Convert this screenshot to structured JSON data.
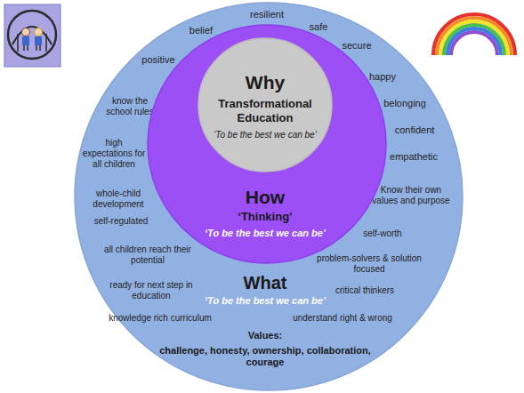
{
  "diagram": {
    "nodes": [
      {
        "text": [
          "What",
          "‘To be the best we can be’",
          "belief",
          "resilient",
          "safe",
          "secure",
          "positive",
          "happy",
          "belonging",
          "know the school rules",
          "confident",
          "high expectations for all children",
          "empathetic",
          "Know their own values and purpose",
          "whole-child development",
          "self-regulated",
          "self-worth",
          "all children reach their potential",
          "problem-solvers & solution focused",
          "ready for next step in education",
          "critical thinkers",
          "knowledge rich curriculum",
          "understand right & wrong",
          "Values:",
          "challenge, honesty, ownership, collaboration, courage"
        ]
      },
      {
        "text": [
          "How",
          "‘Thinking’",
          "‘To be the best we can be’"
        ],
        "in": 0
      },
      {
        "text": [
          "Why",
          "Transformational Education",
          "‘To be the best we can be’"
        ],
        "in": 1
      }
    ]
  }
}
